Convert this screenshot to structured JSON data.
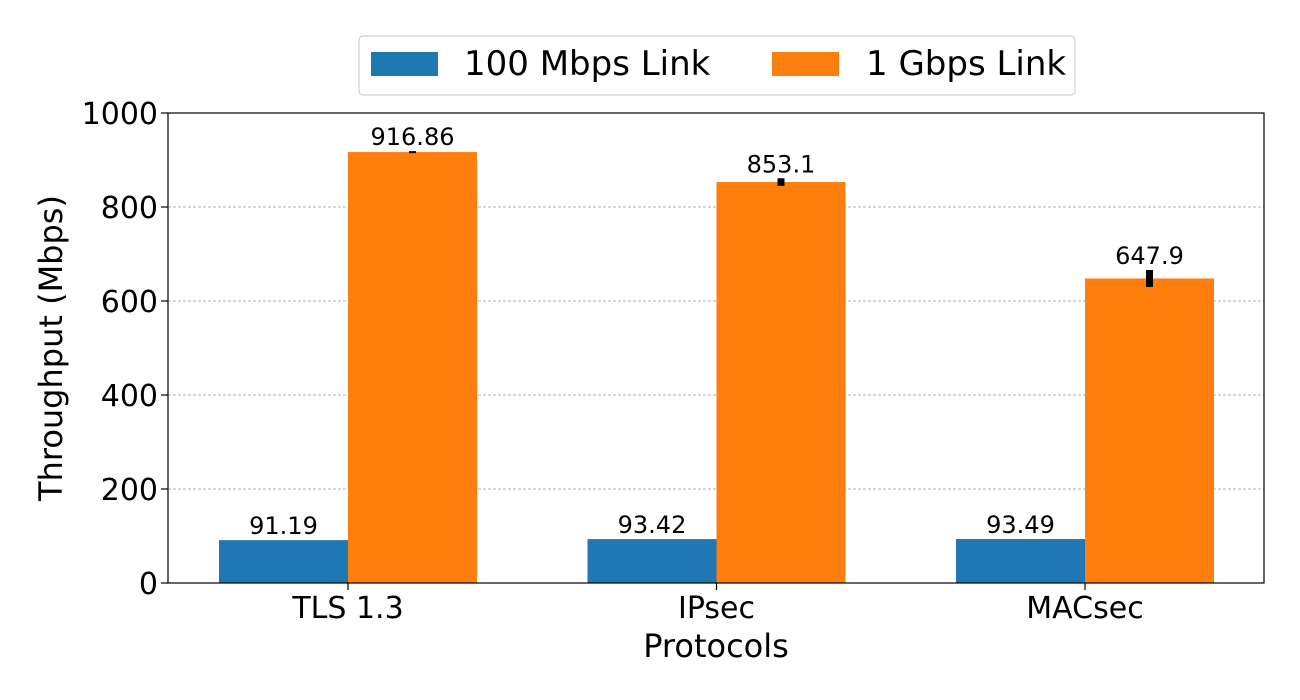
{
  "chart_data": {
    "type": "bar",
    "xlabel": "Protocols",
    "ylabel": "Throughput (Mbps)",
    "categories": [
      "TLS 1.3",
      "IPsec",
      "MACsec"
    ],
    "series": [
      {
        "name": "100 Mbps Link",
        "color": "#1f77b4",
        "values": [
          91.19,
          93.42,
          93.49
        ],
        "labels": [
          "91.19",
          "93.42",
          "93.49"
        ],
        "errors": [
          0,
          0,
          0
        ]
      },
      {
        "name": "1 Gbps Link",
        "color": "#ff7f0e",
        "values": [
          916.86,
          853.1,
          647.9
        ],
        "labels": [
          "916.86",
          "853.1",
          "647.9"
        ],
        "errors": [
          2,
          8,
          18
        ]
      }
    ],
    "ylim": [
      0,
      1000
    ],
    "yticks": [
      0,
      200,
      400,
      600,
      800,
      1000
    ],
    "grid": "y-dashed",
    "legend_position": "top-center"
  }
}
